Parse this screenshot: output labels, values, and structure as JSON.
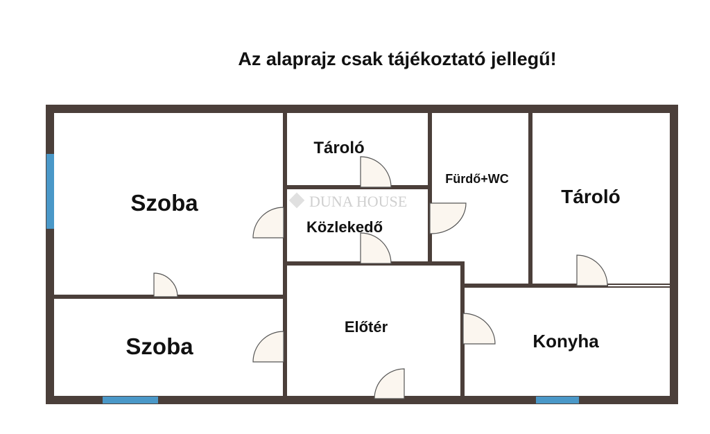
{
  "title": "Az alaprajz csak tájékoztató jellegű!",
  "watermark": "DUNA HOUSE",
  "rooms": {
    "szoba_1": "Szoba",
    "szoba_2": "Szoba",
    "tarolo_1": "Tároló",
    "kozlekedo": "Közlekedő",
    "furdo": "Fürdő+WC",
    "tarolo_2": "Tároló",
    "eloter": "Előtér",
    "konyha": "Konyha"
  },
  "colors": {
    "wall": "#4b3f3a",
    "window": "#4a98c8",
    "door": "#fbf6ef"
  }
}
